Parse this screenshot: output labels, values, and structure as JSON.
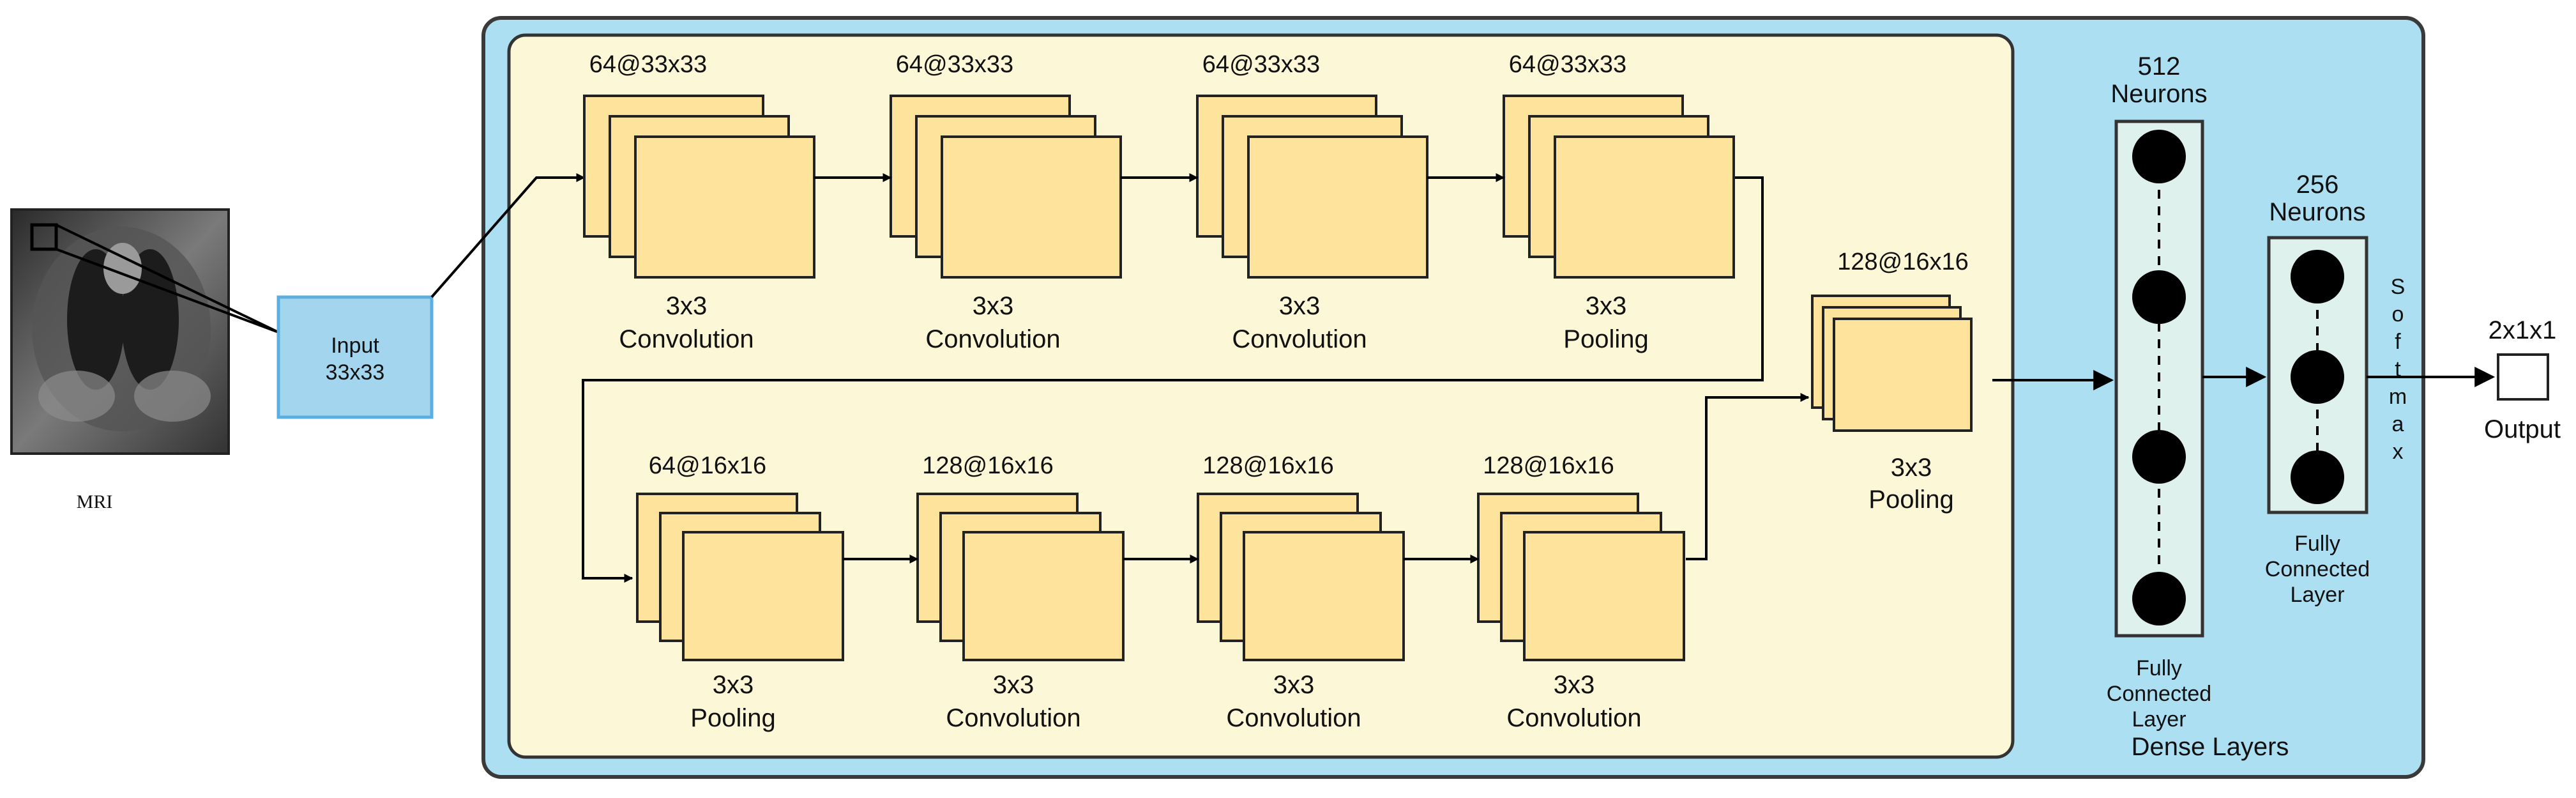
{
  "colors": {
    "outer_panel": "#acdff2",
    "outer_stroke": "#3a3a3a",
    "conv_panel": "#fbf7d7",
    "feature_map": "#fde39b",
    "feature_stroke": "#222222",
    "input_box": "#a3d5ee",
    "input_stroke": "#5aaee0",
    "dense_panel": "#dff1ec",
    "neuron": "#000000"
  },
  "input": {
    "image_label": "MRI",
    "box_label_line1": "Input",
    "box_label_line2": "33x33"
  },
  "conv_row_1": [
    {
      "shape": "64@33x33",
      "op_line1": "3x3",
      "op_line2": "Convolution"
    },
    {
      "shape": "64@33x33",
      "op_line1": "3x3",
      "op_line2": "Convolution"
    },
    {
      "shape": "64@33x33",
      "op_line1": "3x3",
      "op_line2": "Convolution"
    },
    {
      "shape": "64@33x33",
      "op_line1": "3x3",
      "op_line2": "Pooling"
    }
  ],
  "conv_row_2": [
    {
      "shape": "64@16x16",
      "op_line1": "3x3",
      "op_line2": "Pooling"
    },
    {
      "shape": "128@16x16",
      "op_line1": "3x3",
      "op_line2": "Convolution"
    },
    {
      "shape": "128@16x16",
      "op_line1": "3x3",
      "op_line2": "Convolution"
    },
    {
      "shape": "128@16x16",
      "op_line1": "3x3",
      "op_line2": "Convolution"
    }
  ],
  "final_pool": {
    "shape": "128@16x16",
    "op_line1": "3x3",
    "op_line2": "Pooling"
  },
  "dense_1": {
    "title_line1": "512",
    "title_line2": "Neurons",
    "caption_line1": "Fully",
    "caption_line2": "Connected",
    "caption_line3": "Layer"
  },
  "dense_2": {
    "title_line1": "256",
    "title_line2": "Neurons",
    "caption_line1": "Fully",
    "caption_line2": "Connected",
    "caption_line3": "Layer"
  },
  "dense_section_label": "Dense Layers",
  "softmax_letters": [
    "S",
    "o",
    "f",
    "t",
    "m",
    "a",
    "x"
  ],
  "output": {
    "shape": "2x1x1",
    "label": "Output"
  }
}
